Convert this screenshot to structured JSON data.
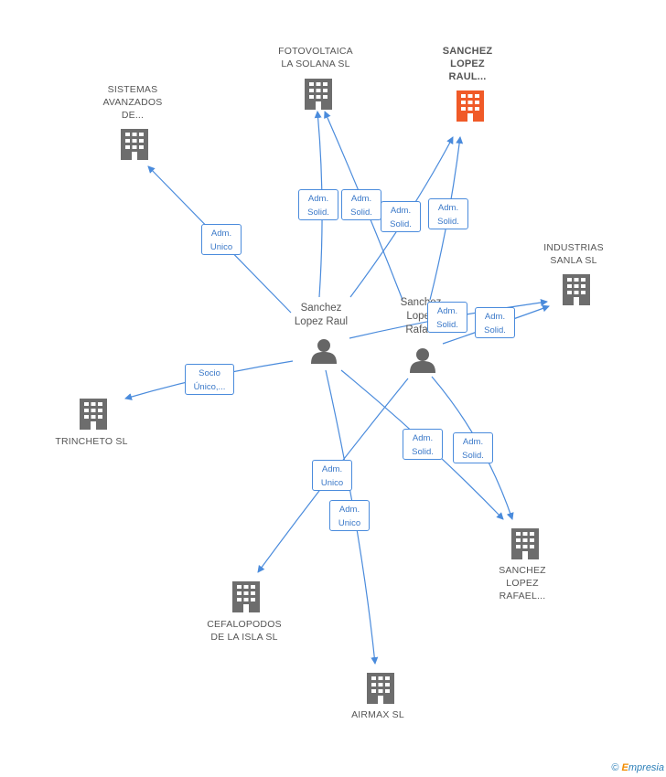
{
  "nodes": {
    "fotovoltaica": [
      "FOTOVOLTAICA",
      "LA SOLANA SL"
    ],
    "sanchez_raul_co": [
      "SANCHEZ",
      "LOPEZ",
      "RAUL..."
    ],
    "sistemas": [
      "SISTEMAS",
      "AVANZADOS",
      "DE..."
    ],
    "industrias": [
      "INDUSTRIAS",
      "SANLA SL"
    ],
    "trincheto": [
      "TRINCHETO  SL"
    ],
    "sanchez_rafael_co": [
      "SANCHEZ",
      "LOPEZ",
      "RAFAEL..."
    ],
    "cefalopodos": [
      "CEFALOPODOS",
      "DE LA ISLA  SL"
    ],
    "airmax": [
      "AIRMAX SL"
    ]
  },
  "persons": {
    "raul": [
      "Sanchez",
      "Lopez Raul"
    ],
    "rafael": [
      "Sanchez",
      "Lopez",
      "Rafael"
    ]
  },
  "relations": {
    "r1": [
      "Adm.",
      "Unico"
    ],
    "r2": [
      "Adm.",
      "Solid."
    ],
    "r3": [
      "Adm.",
      "Solid."
    ],
    "r4": [
      "Adm.",
      "Solid."
    ],
    "r5": [
      "Adm.",
      "Solid."
    ],
    "r6": [
      "Adm.",
      "Solid."
    ],
    "r7": [
      "Adm.",
      "Solid."
    ],
    "r8": [
      "Socio",
      "Único,..."
    ],
    "r9": [
      "Adm.",
      "Solid."
    ],
    "r10": [
      "Adm.",
      "Solid."
    ],
    "r11": [
      "Adm.",
      "Unico"
    ],
    "r12": [
      "Adm.",
      "Unico"
    ]
  },
  "footer": {
    "copy": "©",
    "e": "E",
    "brand": "mpresia"
  },
  "colors": {
    "edge": "#4a8bdc",
    "building": "#6d6d6d",
    "building_main": "#f05a28",
    "person": "#666666"
  }
}
